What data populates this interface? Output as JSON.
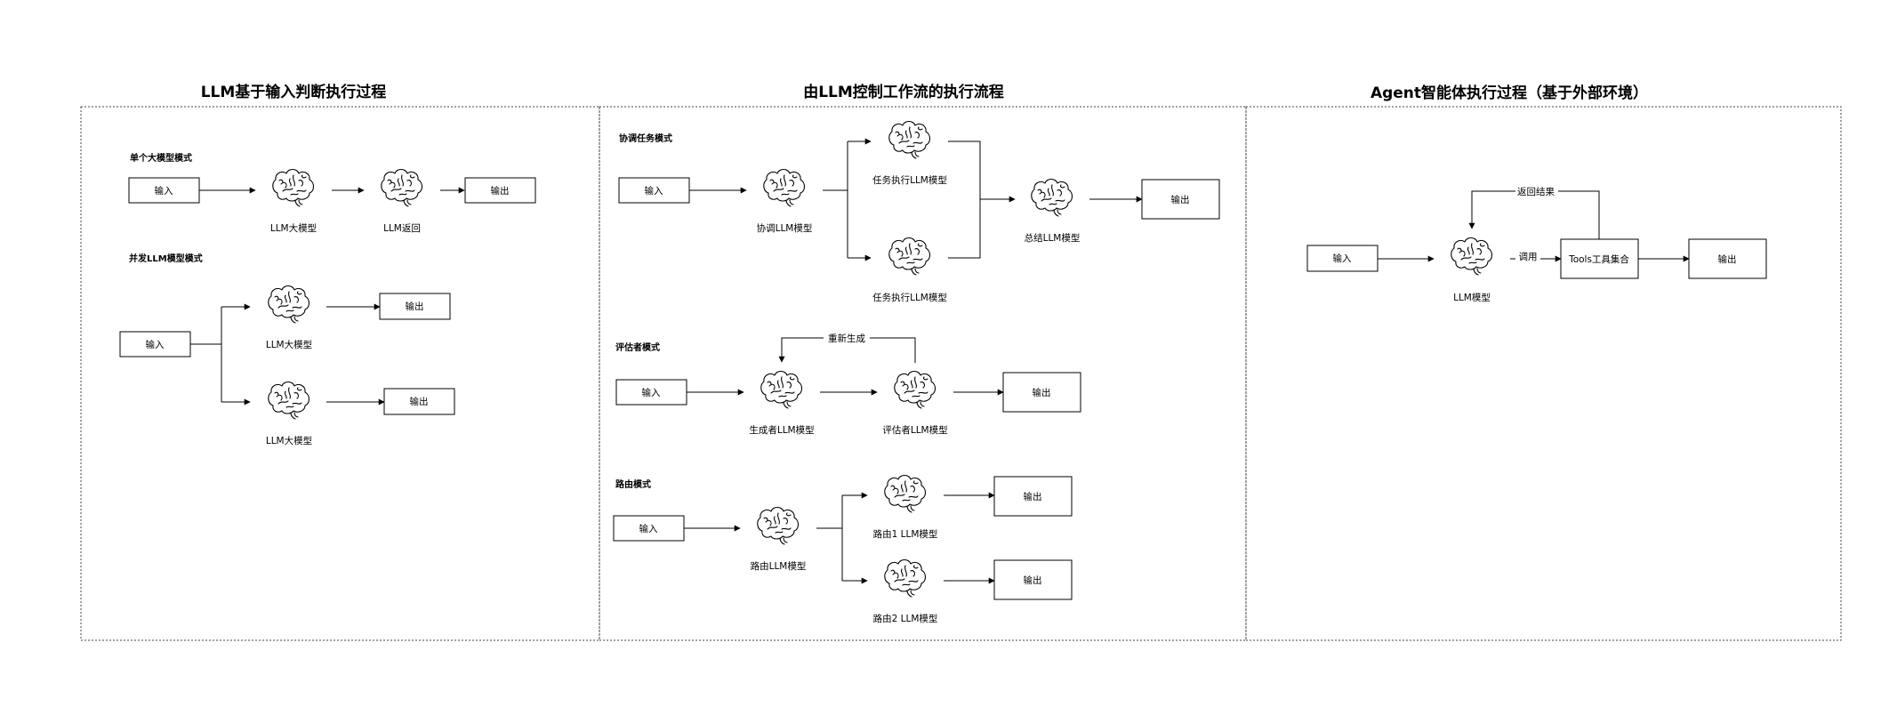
{
  "panels": {
    "left": {
      "title": "LLM基于输入判断执行过程"
    },
    "middle": {
      "title": "由LLM控制工作流的执行流程"
    },
    "right": {
      "title": "Agent智能体执行过程（基于外部环境）"
    }
  },
  "sections": {
    "single": "单个大模型模式",
    "parallel": "并发LLM模型模式",
    "coordinate": "协调任务模式",
    "evaluator": "评估者模式",
    "routing": "路由模式"
  },
  "nodes": {
    "input": "输入",
    "output": "输出",
    "tools": "Tools工具集合"
  },
  "labels": {
    "llm_big": "LLM大模型",
    "llm_return": "LLM返回",
    "coord_llm": "协调LLM模型",
    "task_llm": "任务执行LLM模型",
    "summary_llm": "总结LLM模型",
    "gen_llm": "生成者LLM模型",
    "eval_llm": "评估者LLM模型",
    "route_llm": "路由LLM模型",
    "route1_llm": "路由1 LLM模型",
    "route2_llm": "路由2 LLM模型",
    "llm_model": "LLM模型"
  },
  "edge_labels": {
    "regenerate": "重新生成",
    "call": "调用",
    "return_result": "返回结果"
  },
  "icons": {
    "model": "brain-icon"
  }
}
